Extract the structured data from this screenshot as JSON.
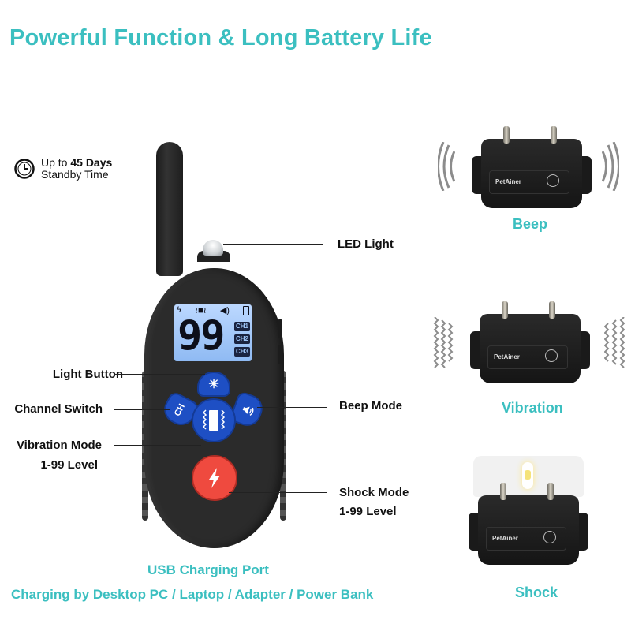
{
  "header": {
    "title": "Powerful Function & Long Battery Life"
  },
  "standby": {
    "icon": "clock-icon",
    "line1_prefix": "Up to ",
    "line1_bold": "45 Days",
    "line2": "Standby Time"
  },
  "remote": {
    "lcd": {
      "level": "99",
      "status_icons": [
        "shock-icon",
        "vibration-icon",
        "speaker-icon",
        "battery-icon"
      ],
      "channels": [
        "CH1",
        "CH2",
        "CH3"
      ]
    },
    "buttons": {
      "light": {
        "icon": "sun-icon",
        "glyph": "☀"
      },
      "channel": {
        "label": "CH"
      },
      "beep": {
        "icon": "speaker-icon",
        "glyph": "🔊"
      },
      "vibration": {
        "icon": "vibration-icon"
      },
      "shock": {
        "icon": "lightning-icon",
        "glyph": "⚡"
      }
    }
  },
  "callouts": {
    "led_light": "LED Light",
    "light_button": "Light Button",
    "channel_switch": "Channel Switch",
    "vibration_mode": "Vibration Mode",
    "vibration_level": "1-99 Level",
    "beep_mode": "Beep Mode",
    "shock_mode": "Shock Mode",
    "shock_level": "1-99 Level"
  },
  "footer": {
    "line1": "USB Charging Port",
    "line2": "Charging by Desktop PC / Laptop / Adapter / Power Bank"
  },
  "collars": [
    {
      "label": "Beep",
      "brand": "PetAiner",
      "effect": "sound-waves"
    },
    {
      "label": "Vibration",
      "brand": "PetAiner",
      "effect": "zigzag-waves"
    },
    {
      "label": "Shock",
      "brand": "PetAiner",
      "effect": "light-tester"
    }
  ],
  "colors": {
    "accent_teal": "#3bbfc0",
    "button_blue": "#1e4fc4",
    "button_red": "#ef4a3f",
    "lcd_blue": "#a8cbfa",
    "body_dark": "#2b2b2b"
  }
}
